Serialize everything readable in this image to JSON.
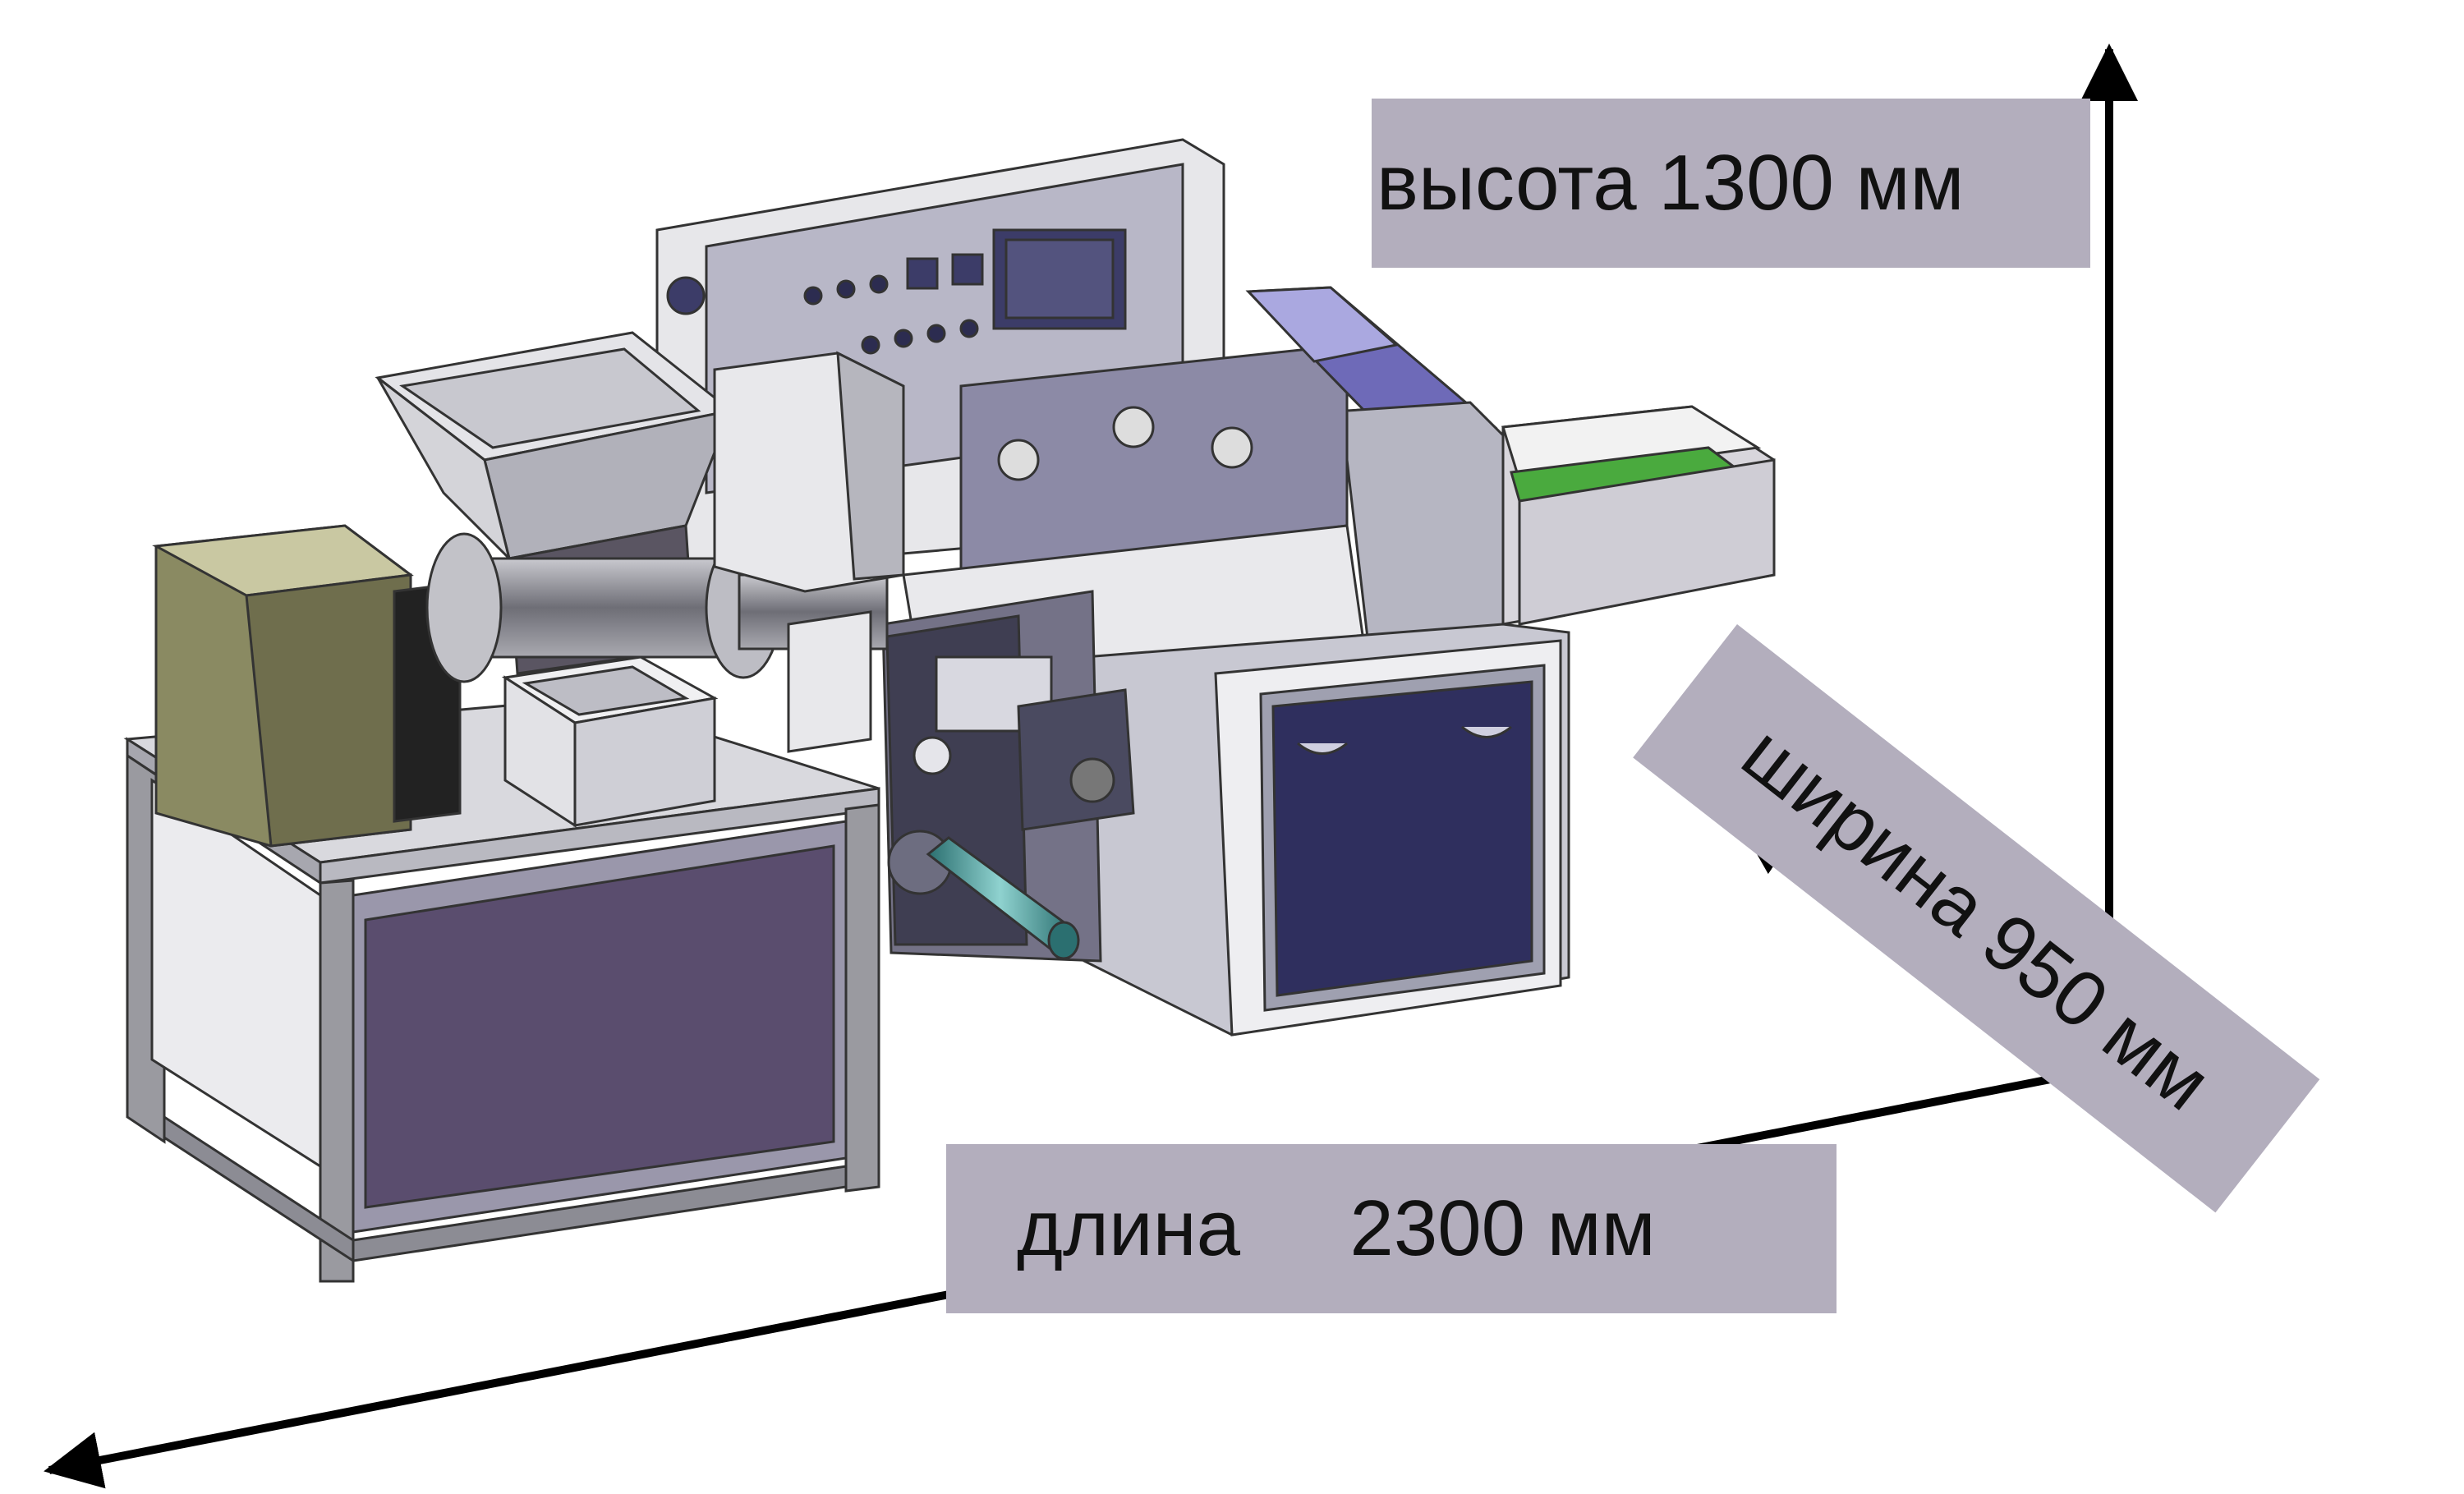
{
  "dimensions": {
    "height": "высота 1300 мм",
    "width": "ширина 950 мм",
    "length": "длина     2300 мм"
  },
  "colors": {
    "label_background": "#b3aebd",
    "arrow": "#000000",
    "panel_blue": "#3b3b64",
    "panel_purple": "#5a4d6e",
    "motor_olive": "#8a8a62",
    "conveyor_green": "#4aaa3e",
    "frame_gray": "#9a9aa0",
    "body_light": "#e4e4e8"
  }
}
